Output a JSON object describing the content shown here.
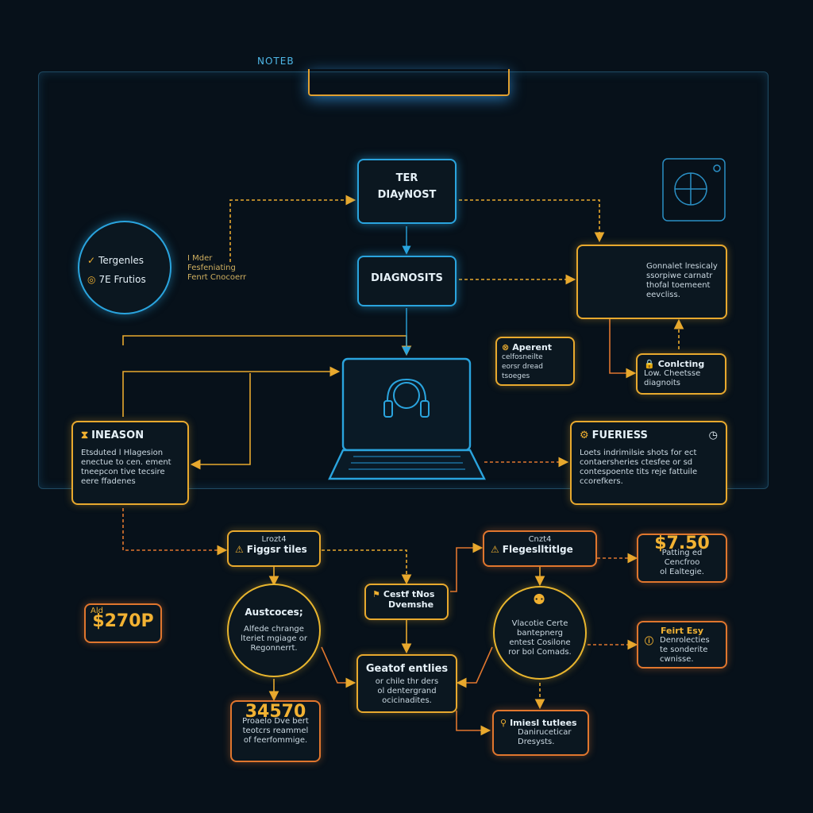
{
  "window": {
    "title": "NOTEB"
  },
  "colors": {
    "accent_orange": "#e8a92e",
    "accent_blue": "#2aa4de",
    "bg": "#07111a"
  },
  "top_box": {
    "line1": "TER",
    "line2": "DIAyNOST"
  },
  "diag_box": {
    "label": "DIAGNOSITS"
  },
  "left_circle": {
    "item1": "Tergenles",
    "item2": "7E Frutios"
  },
  "left_note": {
    "line1": "I Mder",
    "line2": "Fesfeniating",
    "line3": "Fenrt Cnocoerr"
  },
  "right_panel": {
    "line1": "Gonnalet lresicaly",
    "line2": "ssorpiwe carnatr",
    "line3": "thofal toemeent",
    "line4": "eevcliss."
  },
  "right_small": {
    "title": "Conlcting",
    "line1": "Low. Cheetsse",
    "line2": "diagnoits"
  },
  "alert_box": {
    "title": "Aperent",
    "line1": "celfosneilte",
    "line2": "eorsr dread",
    "line3": "tsoeges"
  },
  "left_card": {
    "title": "INEASON",
    "line1": "Etsduted l Hlagesion",
    "line2": "enectue to cen. ement",
    "line3": "tneepcon tive tecsire",
    "line4": "eere ffadenes"
  },
  "right_card": {
    "title": "FUERIESS",
    "line1": "Loets indrimilsie shots for ect",
    "line2": "contaersheries ctesfee or sd",
    "line3": "contespoente tits reje fattuile",
    "line4": "ccorefkers."
  },
  "flow1": {
    "small": "Lrozt4",
    "title": "Figgsr tiles"
  },
  "flow2": {
    "small": "Cnzt4",
    "title": "Flegeslltitlge"
  },
  "price_right": {
    "value": "$7.50",
    "line1": "Patting ed Cencfroo",
    "line2": "ol Ealtegie."
  },
  "price_left": {
    "small": "Ald",
    "value": "$270P"
  },
  "mid_small": {
    "line1": "Cestf tNos",
    "line2": "Dvemshe"
  },
  "circle_a": {
    "title": "Austcoces;",
    "line1": "Alfede chrange",
    "line2": "lteriet mgiage or",
    "line3": "Regonnerrt."
  },
  "circle_b": {
    "line1": "Vlacotie Certe",
    "line2": "bantepnerg",
    "line3": "entest Cosilone",
    "line4": "ror bol Comads."
  },
  "center_box": {
    "title": "Geatof entlies",
    "line1": "or chile thr ders",
    "line2": "ol dentergrand",
    "line3": "ocicinadites."
  },
  "num_box": {
    "value": "34570",
    "line1": "Proaelo Dve bert",
    "line2": "teotcrs reammel",
    "line3": "of feerfommige."
  },
  "right_flag": {
    "title": "Feirt Esy",
    "line1": "Denrolecties",
    "line2": "te sonderite",
    "line3": "cwnisse."
  },
  "bottom_box": {
    "title": "Imiesl tutlees",
    "line1": "Daniruceticar",
    "line2": "Dresysts."
  }
}
